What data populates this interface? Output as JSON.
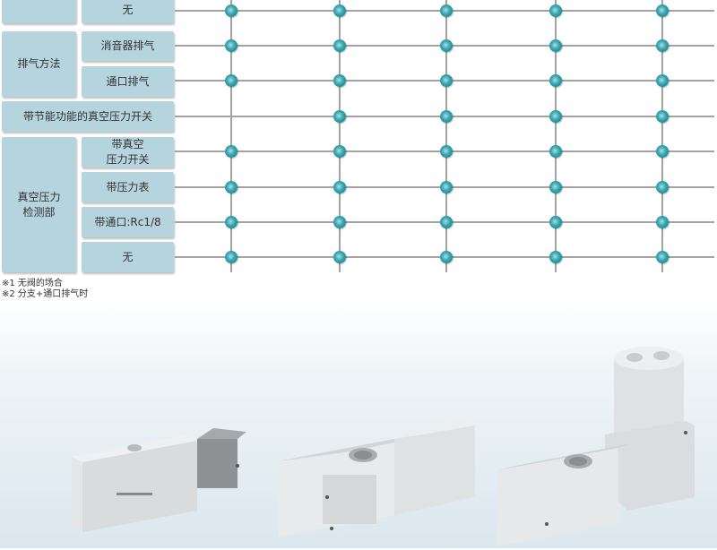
{
  "table": {
    "rows": [
      {
        "group": "",
        "label": "无"
      },
      {
        "group": "排气方法",
        "label": "消音器排气"
      },
      {
        "group": "排气方法",
        "label": "通口排气"
      },
      {
        "group": "",
        "label": "带节能功能的真空压力开关"
      },
      {
        "group": "真空压力检测部",
        "label": "带真空\n压力开关"
      },
      {
        "group": "真空压力检测部",
        "label": "带压力表"
      },
      {
        "group": "真空压力检测部",
        "label": "带通口:Rc1/8"
      },
      {
        "group": "真空压力检测部",
        "label": "无"
      }
    ],
    "groups": {
      "exhaust": "排气方法",
      "vacuum": "真空压力\n检测部"
    },
    "labels": {
      "r0": "无",
      "r1": "消音器排气",
      "r2": "通口排气",
      "r3": "带节能功能的真空压力开关",
      "r4": "带真空\n压力开关",
      "r5": "带压力表",
      "r6": "带通口:Rc1/8",
      "r7": "无"
    },
    "columns": 5,
    "matrix": [
      [
        true,
        true,
        true,
        true,
        true
      ],
      [
        true,
        true,
        true,
        true,
        true
      ],
      [
        true,
        true,
        true,
        true,
        true
      ],
      [
        false,
        true,
        true,
        true,
        true
      ],
      [
        true,
        true,
        true,
        true,
        true
      ],
      [
        true,
        true,
        true,
        true,
        true
      ],
      [
        true,
        true,
        true,
        true,
        true
      ],
      [
        true,
        true,
        true,
        true,
        true
      ]
    ]
  },
  "notes": {
    "n1": "※1 无阀的场合",
    "n2": "※2 分支+通口排气时"
  },
  "colors": {
    "cell_bg": "#b5d4dd",
    "dot": "#118f99",
    "line": "#a3a3a3"
  },
  "products": [
    {
      "name": "vacuum-unit-with-silencer"
    },
    {
      "name": "vacuum-unit-port-exhaust"
    },
    {
      "name": "vacuum-unit-with-pressure-gauge"
    }
  ]
}
